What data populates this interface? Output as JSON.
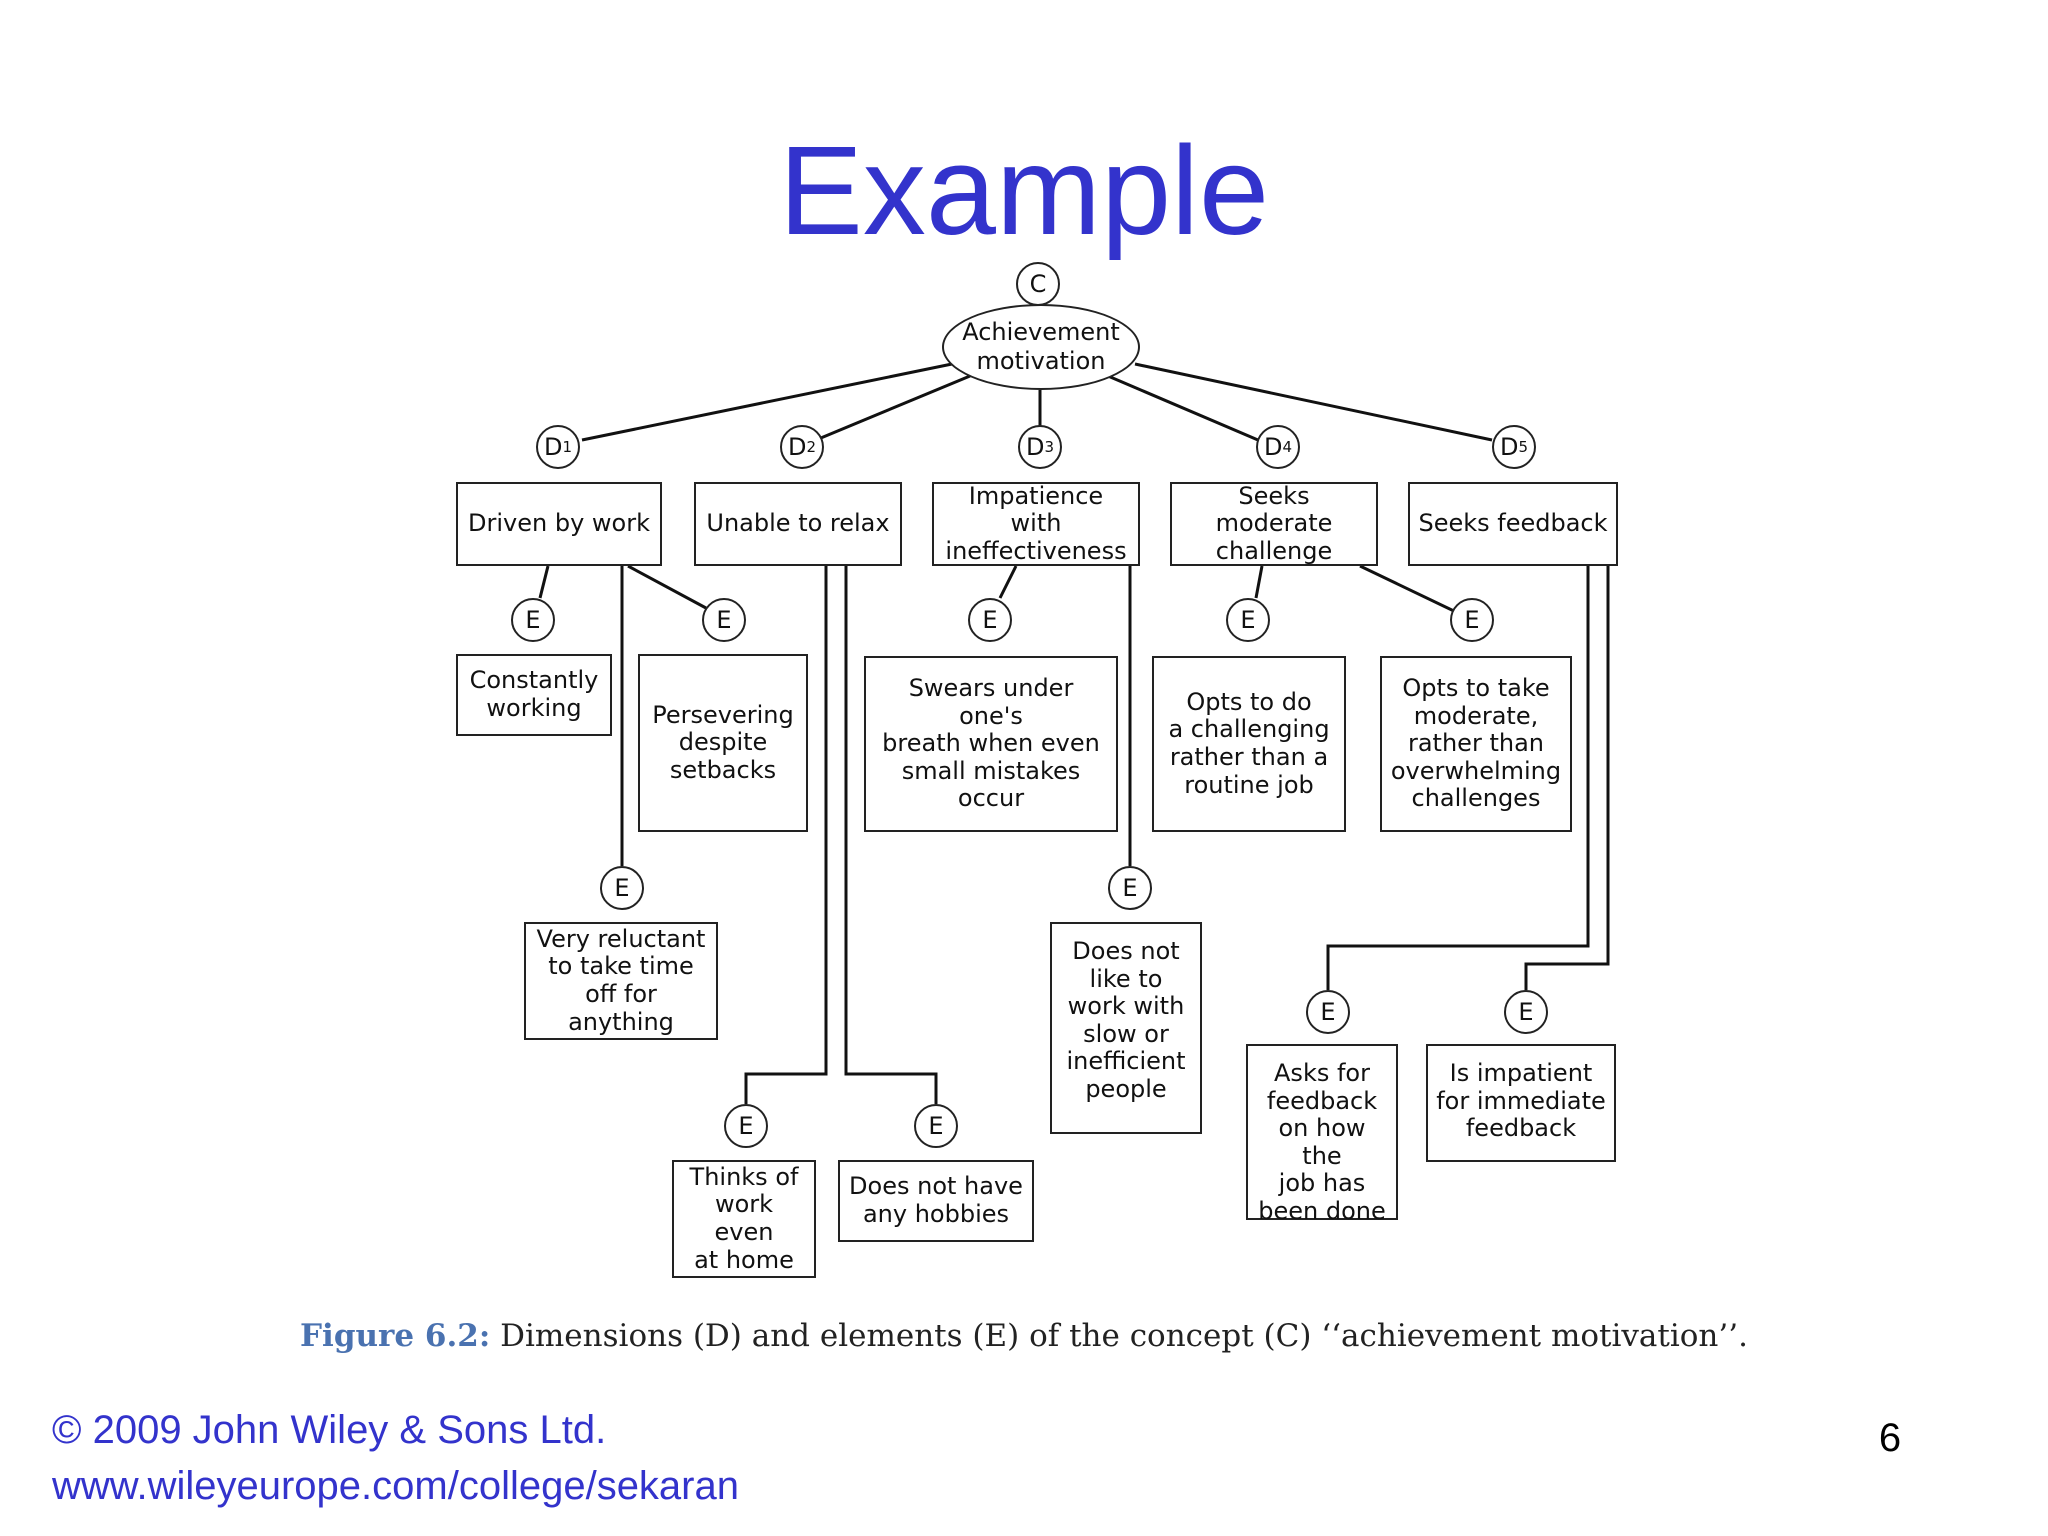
{
  "slide": {
    "title": "Example",
    "page_number": "6",
    "footer": {
      "copyright": "© 2009 John Wiley & Sons Ltd.",
      "url": "www.wileyeurope.com/college/sekaran"
    }
  },
  "diagram": {
    "concept": {
      "marker": "C",
      "label": "Achievement\nmotivation"
    },
    "dimension_marker": "D",
    "element_marker": "E",
    "dimensions": [
      {
        "index": "1",
        "label": "Driven by work"
      },
      {
        "index": "2",
        "label": "Unable to relax"
      },
      {
        "index": "3",
        "label": "Impatience with\nineffectiveness"
      },
      {
        "index": "4",
        "label": "Seeks moderate\nchallenge"
      },
      {
        "index": "5",
        "label": "Seeks feedback"
      }
    ],
    "elements": [
      {
        "label": "Constantly\nworking"
      },
      {
        "label": "Persevering\ndespite\nsetbacks"
      },
      {
        "label": "Very reluctant\nto take time\noff for anything"
      },
      {
        "label": "Thinks of\nwork even\nat home"
      },
      {
        "label": "Does not have\nany hobbies"
      },
      {
        "label": "Swears under one's\nbreath when even\nsmall mistakes\noccur"
      },
      {
        "label": "Does not\nlike to\nwork with\nslow or\ninefficient\npeople"
      },
      {
        "label": "Opts to do\na challenging\nrather than a\nroutine job"
      },
      {
        "label": "Opts to take\nmoderate,\nrather than\noverwhelming\nchallenges"
      },
      {
        "label": "Asks for\nfeedback\non how the\njob has\nbeen done"
      },
      {
        "label": "Is impatient\nfor immediate\nfeedback"
      }
    ],
    "caption": {
      "label": "Figure 6.2:",
      "text": "Dimensions (D) and elements (E) of the concept (C) ‘‘achievement motivation’’."
    }
  }
}
